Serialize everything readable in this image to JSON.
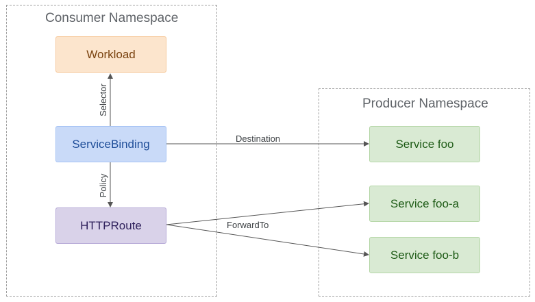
{
  "namespaces": {
    "consumer": {
      "title": "Consumer Namespace"
    },
    "producer": {
      "title": "Producer Namespace"
    }
  },
  "nodes": {
    "workload": "Workload",
    "service_binding": "ServiceBinding",
    "http_route": "HTTPRoute",
    "service_foo": "Service foo",
    "service_foo_a": "Service foo-a",
    "service_foo_b": "Service foo-b"
  },
  "edges": {
    "selector": "Selector",
    "destination": "Destination",
    "policy": "Policy",
    "forward_to": "ForwardTo"
  },
  "colors": {
    "workload_fill": "#fce5cd",
    "service_binding_fill": "#c9daf8",
    "http_route_fill": "#d9d2e9",
    "service_fill": "#d9ead3",
    "namespace_border": "#9e9e9e",
    "arrow": "#555555"
  }
}
